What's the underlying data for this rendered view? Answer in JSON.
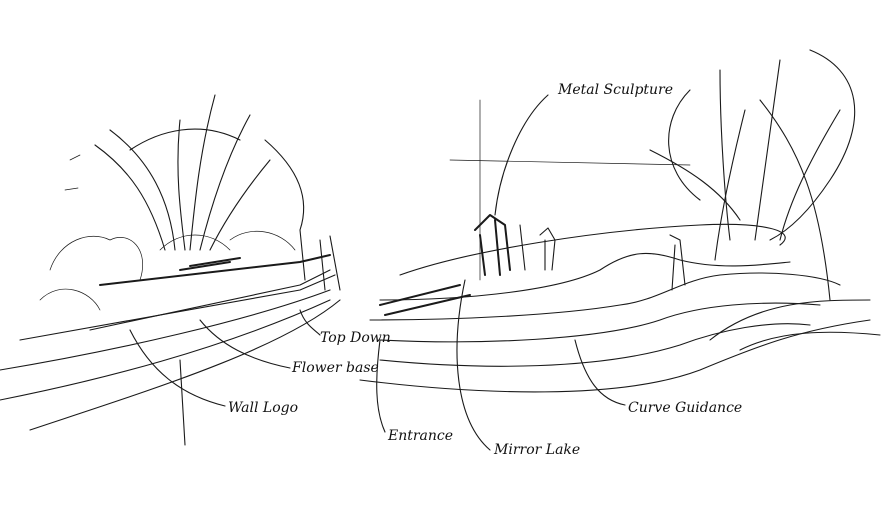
{
  "sketch": {
    "labels": {
      "metal_sculpture": "Metal Sculpture",
      "top_down": "Top Down",
      "flower_base": "Flower base",
      "wall_logo": "Wall Logo",
      "entrance": "Entrance",
      "mirror_lake": "Mirror Lake",
      "curve_guidance": "Curve Guidance"
    },
    "ink_color": "#1a1a1a"
  }
}
